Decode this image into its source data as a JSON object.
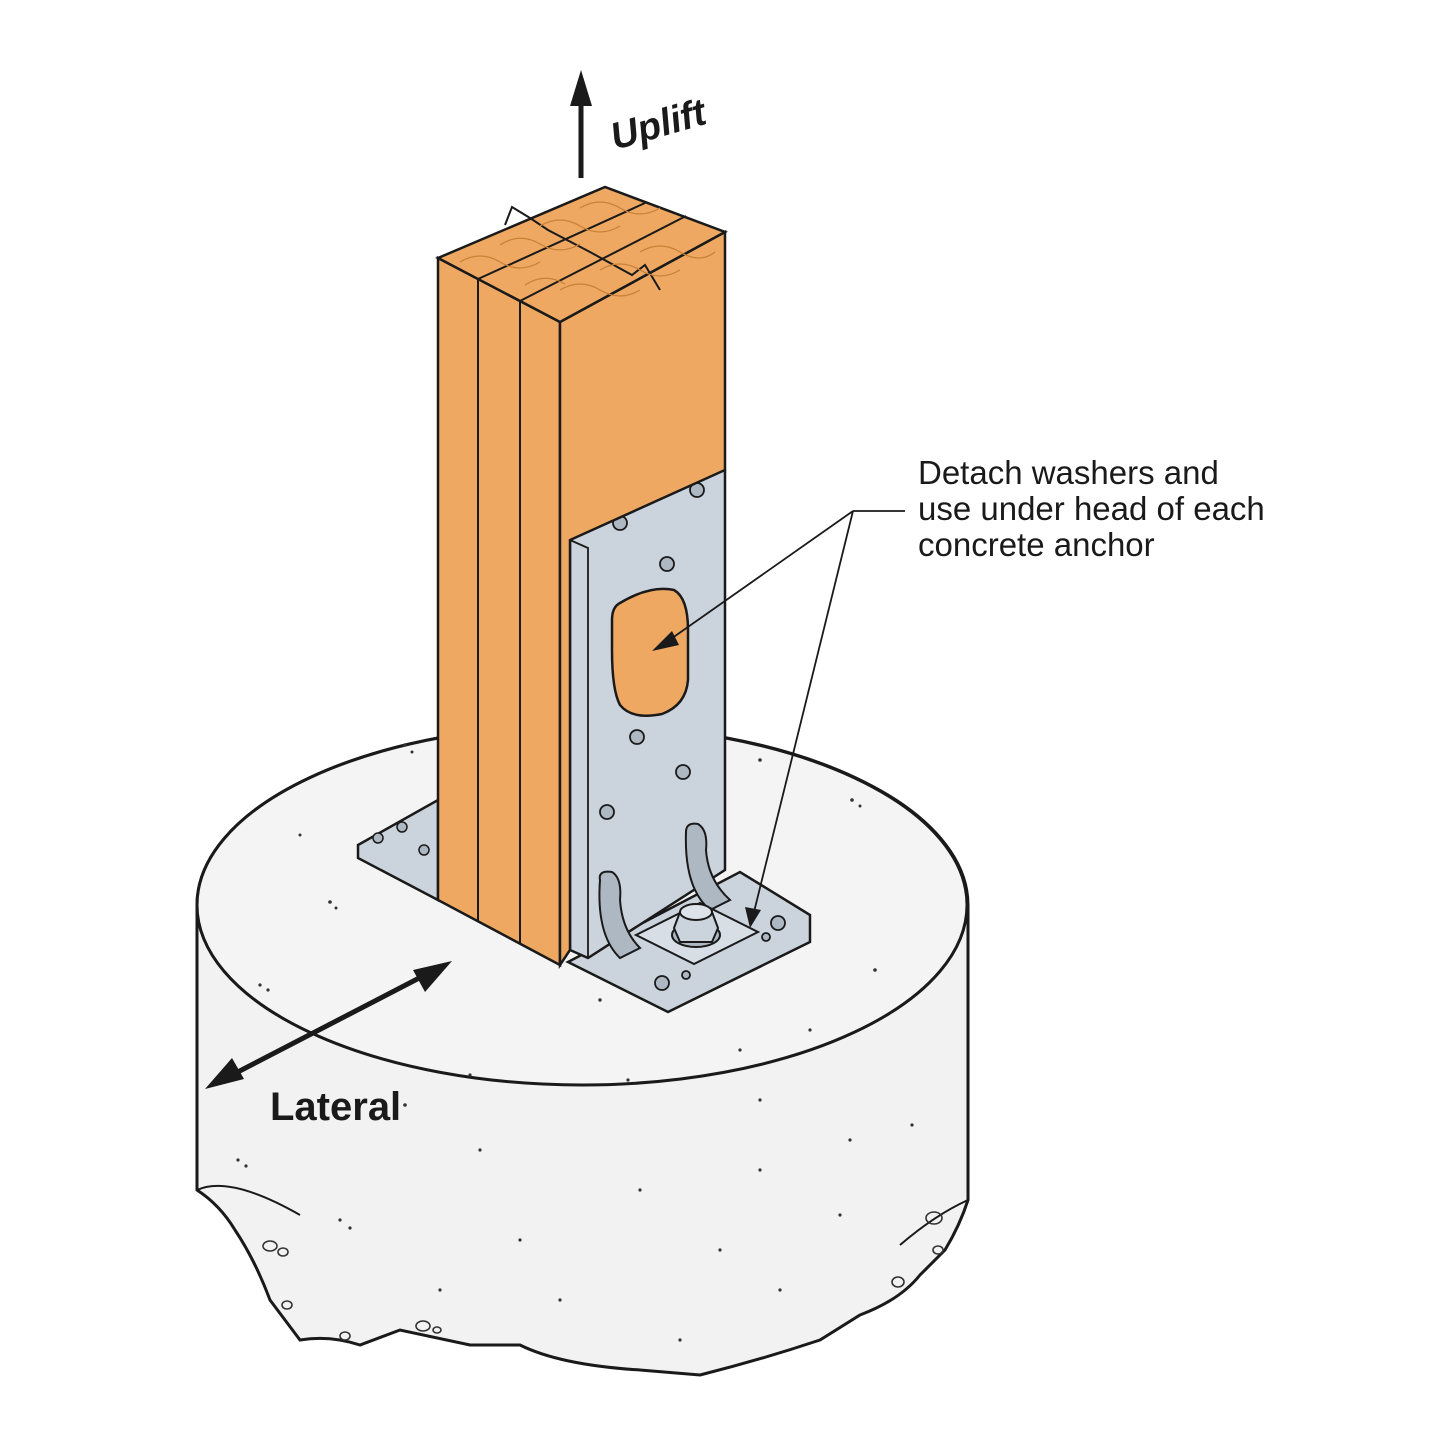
{
  "labels": {
    "uplift": "Uplift",
    "lateral": "Lateral",
    "note_line_1": "Detach washers and",
    "note_line_2": "use under head of each",
    "note_line_3": "concrete anchor"
  },
  "colors": {
    "wood": "#EEA862",
    "wood_grain": "#D08A45",
    "steel": "#CBD3DC",
    "steel_dark": "#AEB8C3",
    "concrete": "#F2F2F2",
    "line": "#1A1A1A"
  }
}
